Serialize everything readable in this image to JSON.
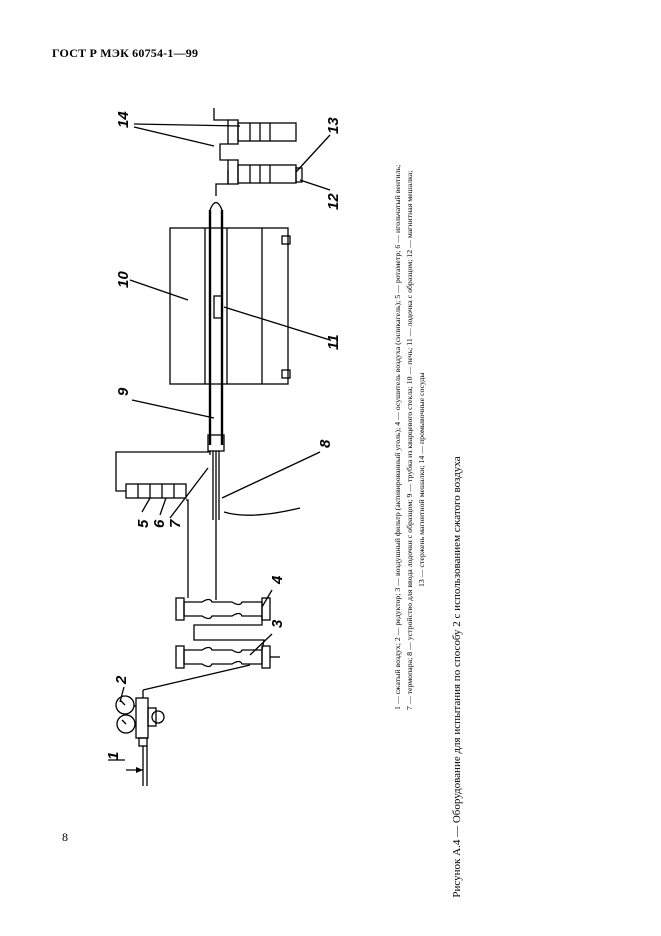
{
  "header": {
    "title": "ГОСТ Р МЭК 60754-1—99"
  },
  "page": {
    "number": "8"
  },
  "figure": {
    "caption": "Рисунок А.4 — Оборудование для испытания по способу 2 с использованием сжатого воздуха",
    "legend_lines": [
      "1 — сжатый воздух; 2 — редуктор; 3 — воздушный фильтр (активированный уголь); 4 — осушитель воздуха (силикагель); 5 — ротаметр; 6 — игольчатый вентиль;",
      "7 — термопара; 8 — устройство для ввода лодочки с образцом; 9 — трубка из кварцевого стекла; 10 — печь; 11 — лодочка с образцом; 12 — магнитная мешалка;",
      "13 — стержень магнитной мешалки; 14 — промывочные сосуды"
    ],
    "labels": [
      "1",
      "2",
      "3",
      "4",
      "5",
      "6",
      "7",
      "8",
      "9",
      "10",
      "11",
      "12",
      "13",
      "14"
    ]
  }
}
